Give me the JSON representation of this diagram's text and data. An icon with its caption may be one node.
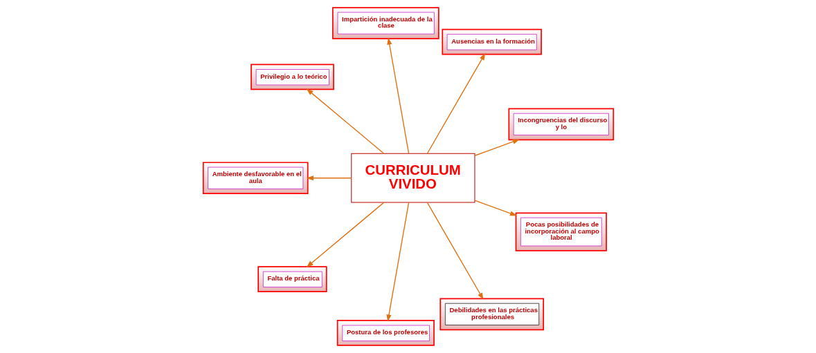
{
  "diagram": {
    "nodes": [
      {
        "text": [
          "Incongruencias del discurso y lo"
        ]
      },
      {
        "text": [
          "Ausencias en la formación"
        ]
      },
      {
        "text": [
          "Impartición inadecuada de la clase"
        ]
      },
      {
        "text": [
          "Privilegio a lo teórico"
        ]
      },
      {
        "text": [
          "CURRICULUM VIVIDO"
        ]
      },
      {
        "text": [
          "Ambiente desfavorable en el aula"
        ]
      },
      {
        "text": [
          "Falta de práctica"
        ]
      },
      {
        "text": [
          "Postura de los profesores"
        ]
      },
      {
        "text": [
          "Debilidades en las prácticas profesionales"
        ]
      },
      {
        "text": [
          "Pocas posibilidades de incorporación al campo laboral"
        ]
      }
    ],
    "edges": [
      {
        "from": 4,
        "to": 0,
        "arrow": "to"
      },
      {
        "from": 4,
        "to": 1,
        "arrow": "to"
      },
      {
        "from": 4,
        "to": 2,
        "arrow": "to"
      },
      {
        "from": 4,
        "to": 5,
        "arrow": "to"
      },
      {
        "from": 4,
        "to": 7,
        "arrow": "to"
      },
      {
        "from": 4,
        "to": 9,
        "arrow": "to"
      },
      {
        "from": 4,
        "to": 8,
        "arrow": "to"
      },
      {
        "from": 4,
        "to": 6,
        "arrow": "to"
      },
      {
        "from": 4,
        "to": 3,
        "arrow": "to"
      }
    ]
  }
}
